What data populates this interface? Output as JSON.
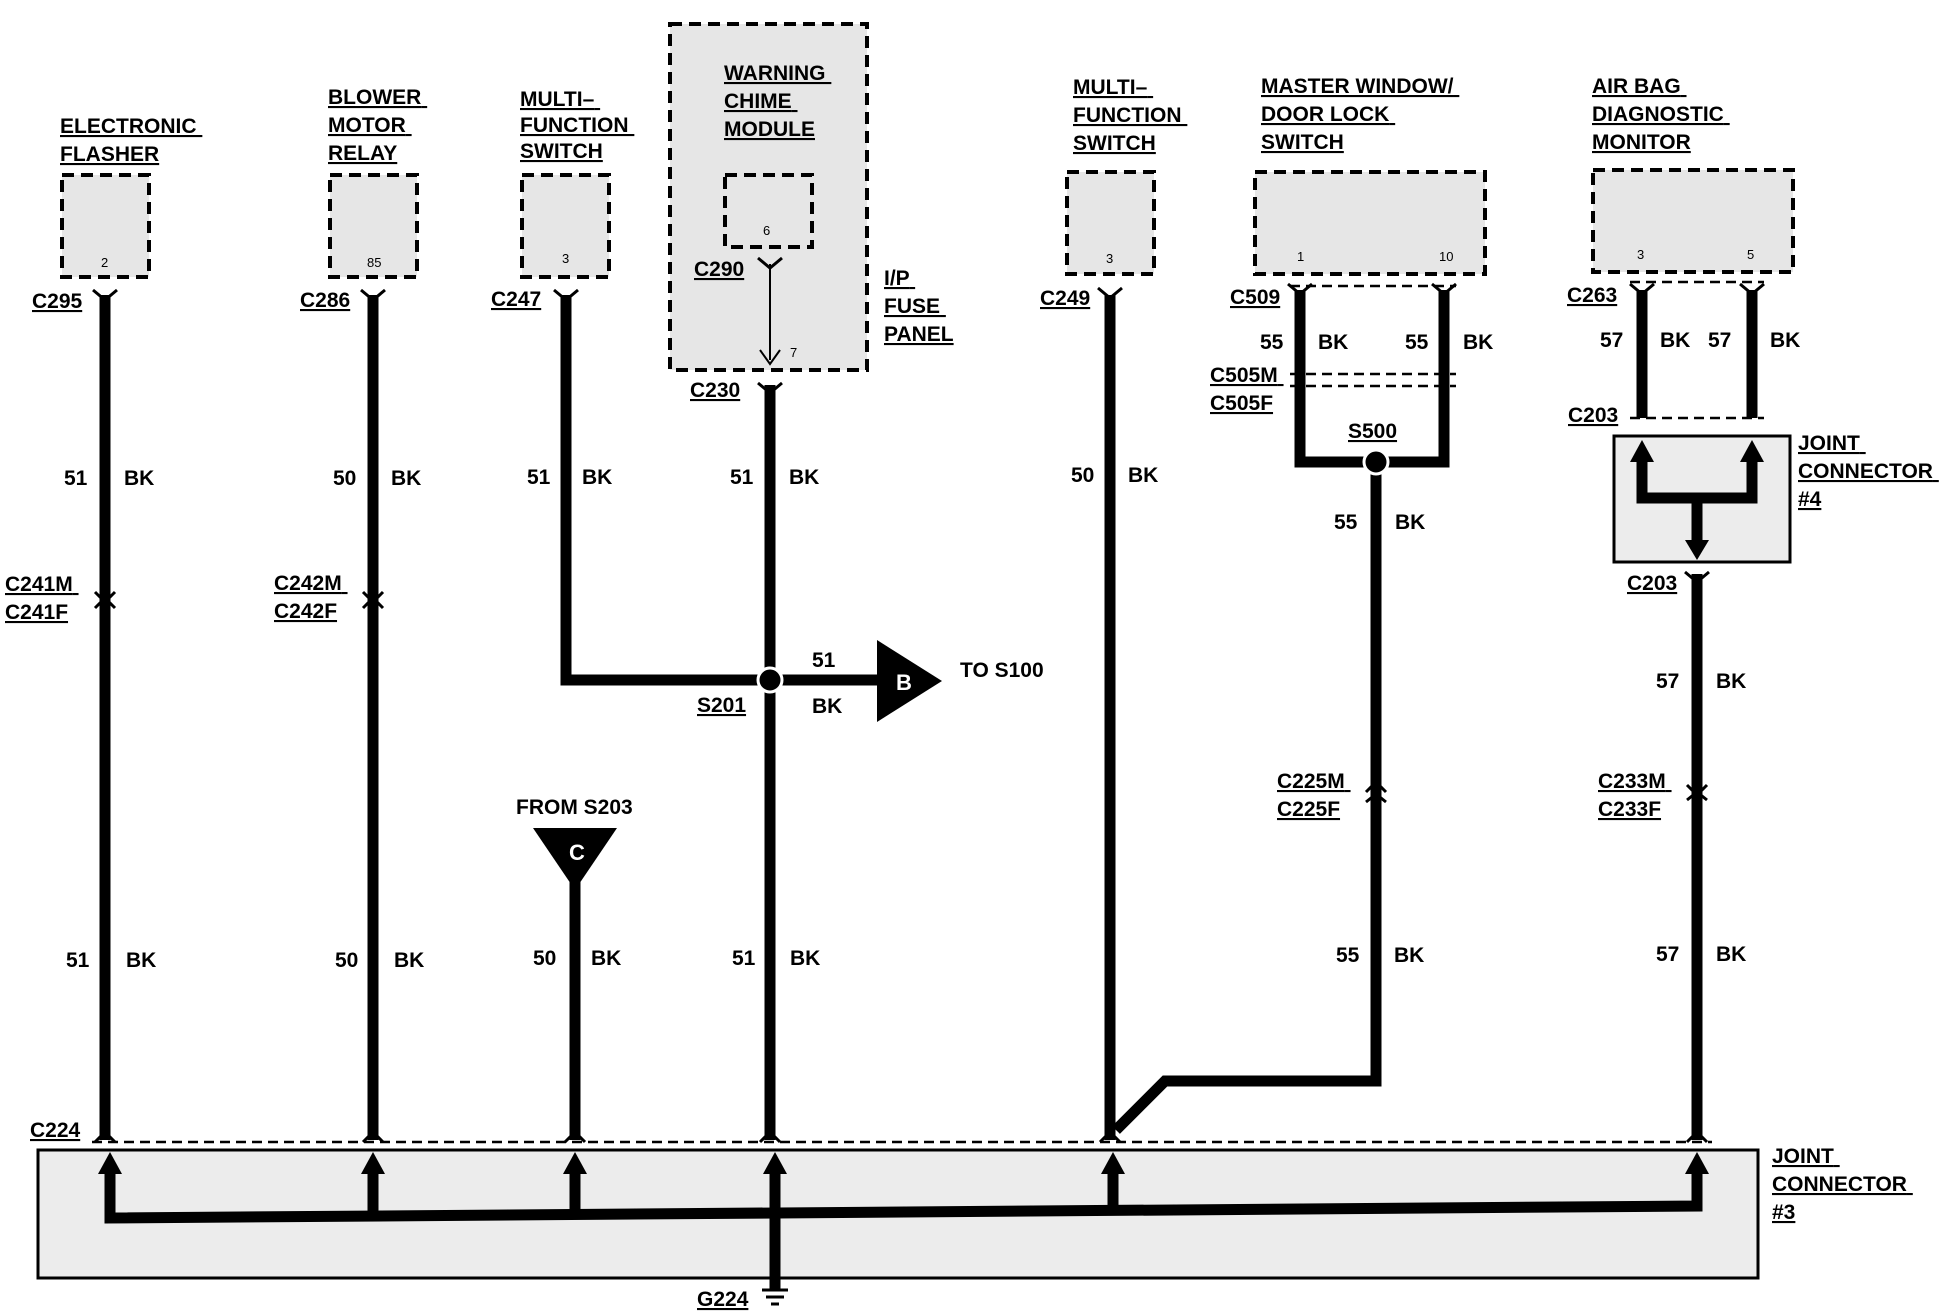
{
  "components": {
    "electronic_flasher": {
      "name": [
        "ELECTRONIC",
        "FLASHER"
      ],
      "pin": "2",
      "connector": "C295"
    },
    "blower_motor_relay": {
      "name": [
        "BLOWER",
        "MOTOR",
        "RELAY"
      ],
      "pin": "85",
      "connector": "C286"
    },
    "mfs_left": {
      "name": [
        "MULTI–",
        "FUNCTION",
        "SWITCH"
      ],
      "pin": "3",
      "connector": "C247"
    },
    "warning_chime": {
      "name": [
        "WARNING",
        "CHIME",
        "MODULE"
      ],
      "pin": "6",
      "connector": "C290"
    },
    "ip_fuse_panel": {
      "name": [
        "I/P",
        "FUSE",
        "PANEL"
      ],
      "pin": "7",
      "connector": "C230"
    },
    "mfs_right": {
      "name": [
        "MULTI–",
        "FUNCTION",
        "SWITCH"
      ],
      "pin": "3",
      "connector": "C249"
    },
    "master_window": {
      "name": [
        "MASTER WINDOW/",
        "DOOR LOCK",
        "SWITCH"
      ],
      "pin_left": "1",
      "pin_right": "10",
      "connector": "C509"
    },
    "air_bag": {
      "name": [
        "AIR BAG",
        "DIAGNOSTIC",
        "MONITOR"
      ],
      "pin_left": "3",
      "pin_right": "5",
      "connector": "C263"
    }
  },
  "wires": {
    "flasher_top": {
      "circuit": "51",
      "color": "BK"
    },
    "flasher_bottom": {
      "circuit": "51",
      "color": "BK"
    },
    "blower_top": {
      "circuit": "50",
      "color": "BK"
    },
    "blower_bottom": {
      "circuit": "50",
      "color": "BK"
    },
    "mfs_left": {
      "circuit": "51",
      "color": "BK"
    },
    "chime_top": {
      "circuit": "51",
      "color": "BK"
    },
    "chime_bottom": {
      "circuit": "51",
      "color": "BK"
    },
    "to_s100": {
      "circuit": "51",
      "color": "BK"
    },
    "from_s203": {
      "circuit": "50",
      "color": "BK"
    },
    "mfs_right": {
      "circuit": "50",
      "color": "BK"
    },
    "mw_left": {
      "circuit": "55",
      "color": "BK"
    },
    "mw_right": {
      "circuit": "55",
      "color": "BK"
    },
    "s500_top": {
      "circuit": "55",
      "color": "BK"
    },
    "s500_bottom": {
      "circuit": "55",
      "color": "BK"
    },
    "ab_left": {
      "circuit": "57",
      "color": "BK"
    },
    "ab_right": {
      "circuit": "57",
      "color": "BK"
    },
    "ab_mid": {
      "circuit": "57",
      "color": "BK"
    },
    "ab_bottom": {
      "circuit": "57",
      "color": "BK"
    }
  },
  "connectors": {
    "c241": [
      "C241M",
      "C241F"
    ],
    "c242": [
      "C242M",
      "C242F"
    ],
    "c505": [
      "C505M",
      "C505F"
    ],
    "c225": [
      "C225M",
      "C225F"
    ],
    "c233": [
      "C233M",
      "C233F"
    ],
    "c203_top": "C203",
    "c203_bottom": "C203",
    "c224": "C224"
  },
  "splices": {
    "s201": "S201",
    "s500": "S500"
  },
  "references": {
    "to_s100": {
      "letter": "B",
      "text": "TO S100"
    },
    "from_s203": {
      "letter": "C",
      "text": "FROM S203"
    }
  },
  "joint_connectors": {
    "jc4": [
      "JOINT",
      "CONNECTOR",
      "#4"
    ],
    "jc3": [
      "JOINT",
      "CONNECTOR",
      "#3"
    ]
  },
  "ground": "G224"
}
